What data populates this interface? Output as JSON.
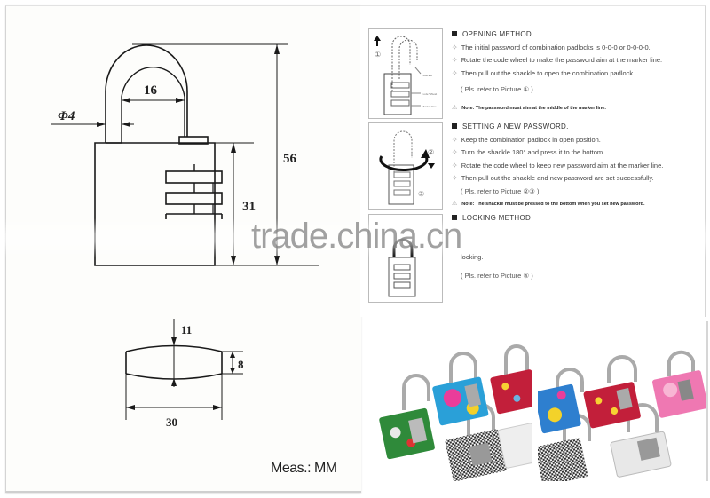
{
  "drawing": {
    "dimensions": {
      "shackle_inner_width": "16",
      "shackle_diameter": "Φ4",
      "total_height": "56",
      "body_height": "31",
      "top_view_thickness": "11",
      "top_view_edge": "8",
      "top_view_width": "30"
    },
    "units_label": "Meas.: MM"
  },
  "watermark": "trade.china.cn",
  "instructions": {
    "opening": {
      "heading": "OPENING METHOD",
      "steps": [
        "The initial password of combination padlocks is 0-0-0 or 0-0-0-0.",
        "Rotate the code wheel to make the password aim at the marker line.",
        "Then pull out the shackle to open the combination padlock."
      ],
      "ref": "( Pls. refer to Picture ① )",
      "note": "Note: The password must aim at the middle of the marker line.",
      "figure_labels": {
        "number": "①",
        "shackle": "Shackle",
        "code_wheel": "Code Wheel",
        "marker_line": "Marker line"
      }
    },
    "setting": {
      "heading": "SETTING A NEW PASSWORD.",
      "steps": [
        "Keep the combination padlock in open position.",
        "Turn the shackle 180° and press it to the bottom.",
        "Rotate the code wheel to keep new password aim at the marker line.",
        "Then pull out the shackle and new password are set successfully."
      ],
      "ref": "( Pls. refer to Picture ②③ )",
      "note": "Note: The shackle must be pressed to the bottom when you set new password.",
      "figure_labels": {
        "num2": "②",
        "num3": "③"
      }
    },
    "locking": {
      "heading": "LOCKING METHOD",
      "steps_partial": "locking.",
      "ref": "( Pls. refer to Picture ④ )"
    }
  },
  "photos": [
    {
      "alt": "Assorted colorful patterned combination padlocks (green, pink, red floral, checkered, white)"
    },
    {
      "alt": "Assorted colorful patterned combination padlocks (blue floral, red floral, pink, checkered, silver)"
    }
  ],
  "colors": {
    "line": "#1a1a1a",
    "muted_text": "#444444",
    "watermark": "#828282"
  }
}
